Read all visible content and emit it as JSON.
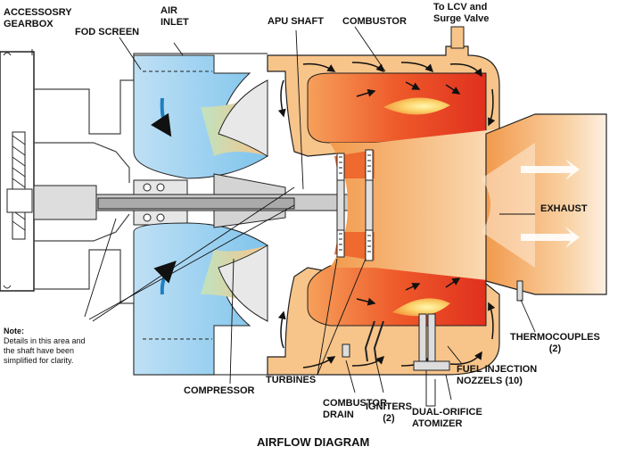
{
  "diagram": {
    "title": "AIRFLOW DIAGRAM",
    "labels": {
      "accessory_gearbox": "ACCESSOSRY\nGEARBOX",
      "fod_screen": "FOD SCREEN",
      "air_inlet": "AIR\nINLET",
      "apu_shaft": "APU SHAFT",
      "combustor": "COMBUSTOR",
      "lcv": "To LCV and\nSurge Valve",
      "exhaust": "EXHAUST",
      "thermocouples": "THERMOCOUPLES\n(2)",
      "fuel_nozzles": "FUEL INJECTION\nNOZZELS (10)",
      "dual_orifice": "DUAL-ORIFICE\nATOMIZER",
      "igniters": "IGNITERS\n(2)",
      "combustor_drain": "COMBUSTOR\nDRAIN",
      "turbines": "TURBINES",
      "compressor": "COMPRESSOR"
    },
    "note": {
      "heading": "Note:",
      "text": "Details in this area and\nthe shaft have been\nsimplified for clarity."
    }
  }
}
